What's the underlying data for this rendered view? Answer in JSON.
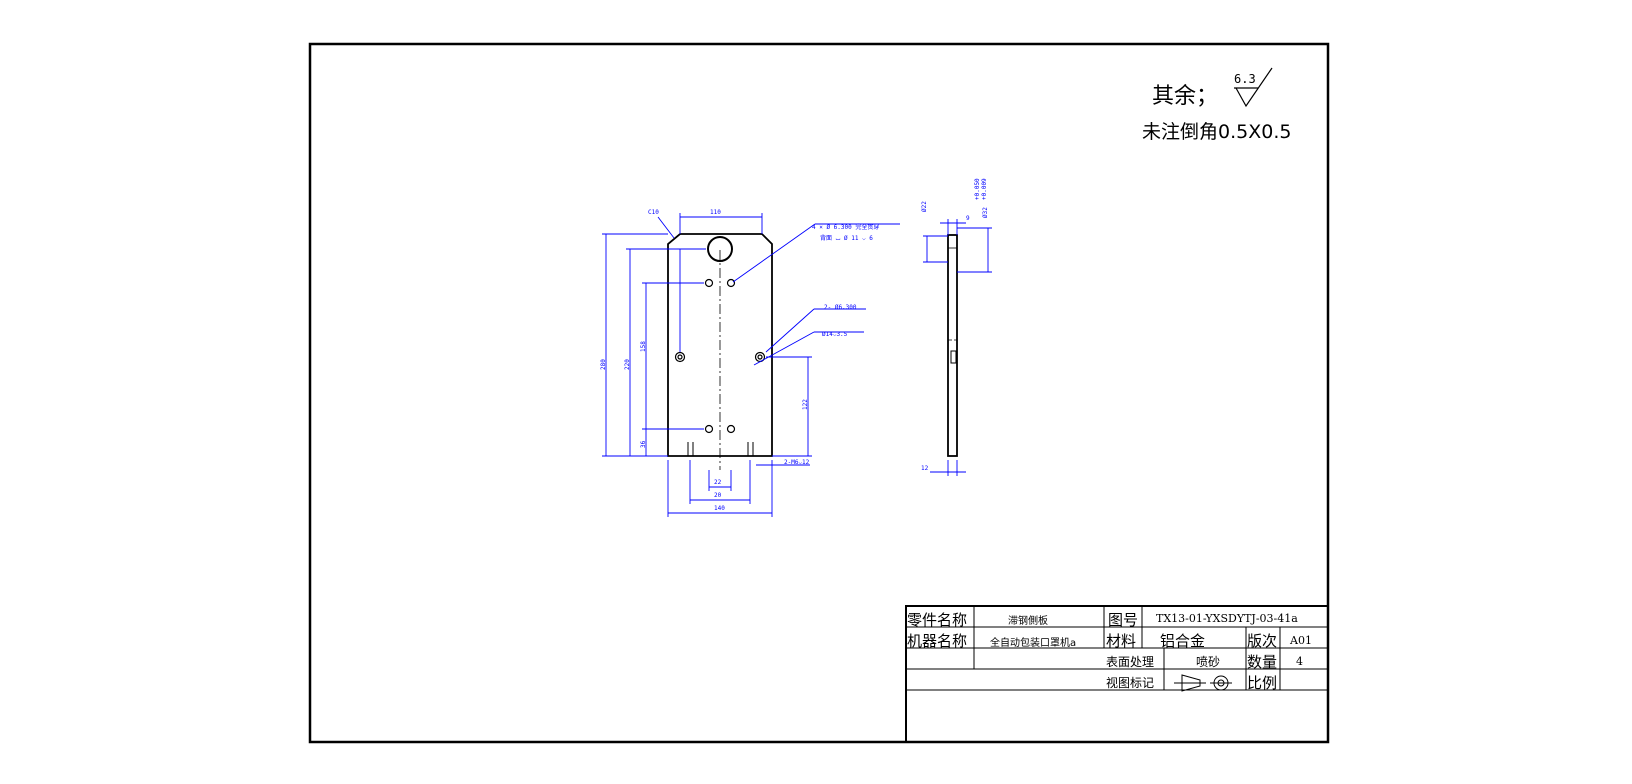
{
  "notes": {
    "surface_prefix": "其余；",
    "roughness_value": "6.3",
    "chamfer_note": "未注倒角0.5X0.5"
  },
  "front_view": {
    "chamfer": "C10",
    "dim_top_width": "110",
    "hole_callout_1": "4 × Ø 6.300 完全贯穿",
    "hole_callout_1b": "背面 ⌴ Ø 11 ⌵ 6",
    "hole_callout_2": "2- Ø6.300",
    "hole_callout_3": "Ø14⌵3.5",
    "dim_total_height": "280",
    "dim_height_2": "220",
    "dim_height_3": "158",
    "dim_height_4": "36",
    "dim_right_height": "122",
    "thread_note": "2-M6⌵12",
    "dim_bottom_1": "22",
    "dim_bottom_2": "20",
    "dim_bottom_width": "140"
  },
  "side_view": {
    "dim_dia_1": "Ø22",
    "dim_width": "9",
    "dim_dia_2": "Ø32",
    "tolerance_upper": "+0.050",
    "tolerance_lower": "+0.009",
    "dim_thickness": "12"
  },
  "title_block": {
    "part_name_label": "零件名称",
    "part_name_value": "滞钢側板",
    "drawing_no_label": "图号",
    "drawing_no_value": "TX13-01-YXSDYTJ-03-41a",
    "machine_label": "机器名称",
    "machine_value": "全自动包装口罩机a",
    "material_label": "材料",
    "material_value": "铝合金",
    "version_label": "版次",
    "version_value": "A01",
    "surface_label": "表面处理",
    "surface_value": "喷砂",
    "quantity_label": "数量",
    "quantity_value": "4",
    "view_mark_label": "视图标记",
    "scale_label": "比例",
    "scale_value": ""
  }
}
